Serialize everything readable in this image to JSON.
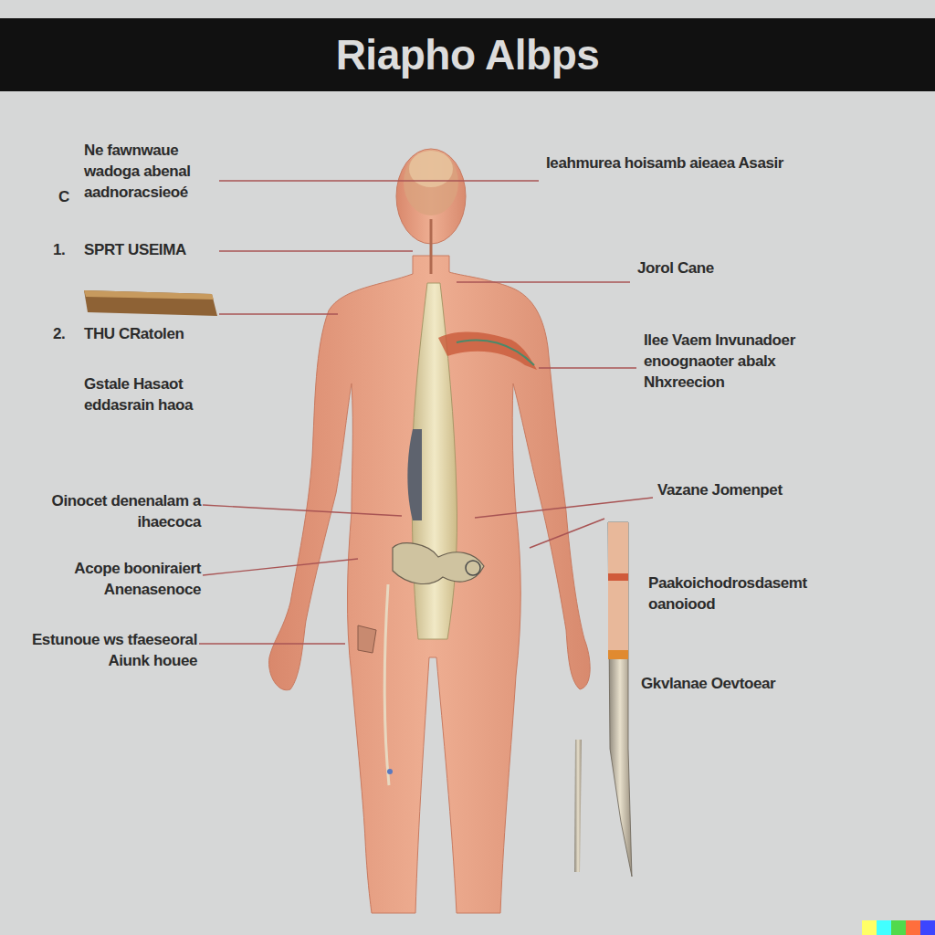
{
  "diagram": {
    "title": "Riapho Albps",
    "labels": [
      "Ne fawnwaue wadoga abenal aadnoracsieoé",
      "Ieahmurea hoisamb aieaea Asasir",
      "C",
      "1.",
      "SPRT USEIMA",
      "Jorol Cane",
      "2.",
      "THU CRatolen",
      "Ilee Vaem Invunadoer enoognaoter abalx Nhxreecion",
      "Gstale Hasaot eddasrain haoa",
      "Oinocet denenalam a ihaecoca",
      "Vazane Jomenpet",
      "Acope booniraiert Anenasenoce",
      "Paakoichodrosdasemt oanoiood",
      "Estunoue ws tfaeseoral Aiunk houee",
      "Gkvlanae Oevtoear"
    ]
  }
}
